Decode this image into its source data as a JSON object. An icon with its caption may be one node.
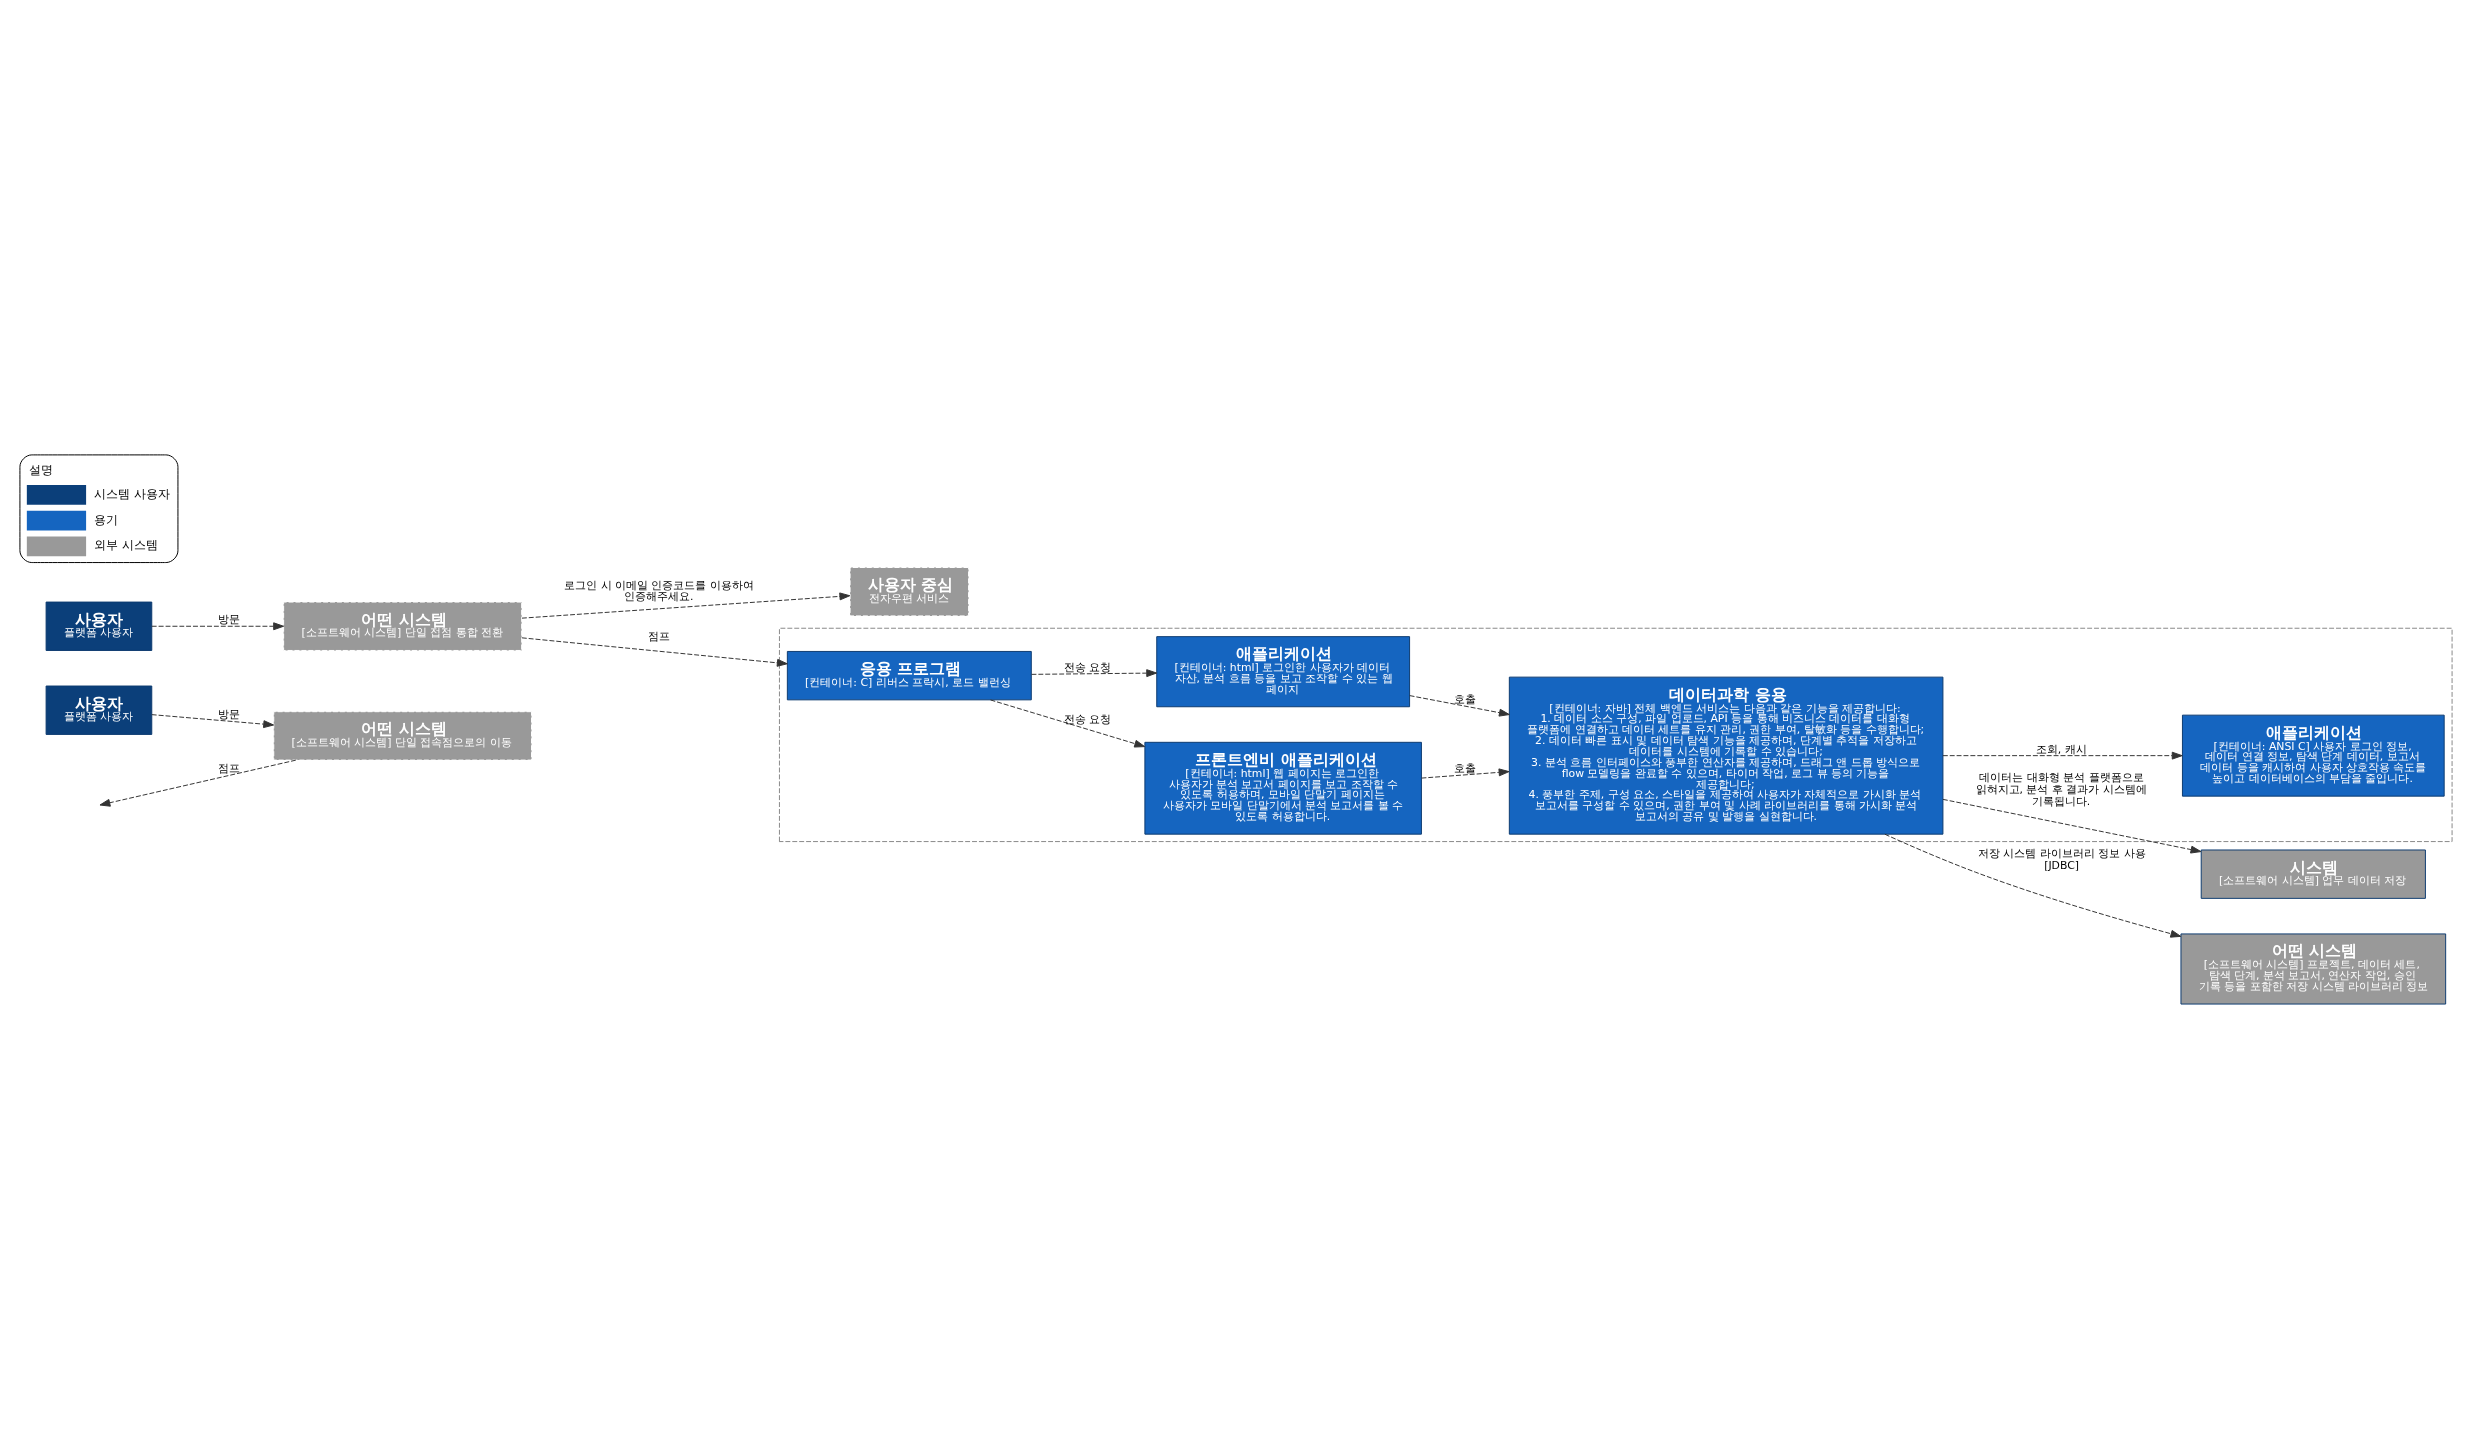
{
  "diagram": {
    "nodes": [
      {
        "text": [
          "사용자",
          "플랫폼 사용자"
        ]
      },
      {
        "text": [
          "어떤 시스템",
          "[소프트웨어 시스템] 단일 접속점으로의 이동"
        ]
      },
      {
        "text": [
          "사용자",
          "플랫폼 사용자"
        ]
      },
      {
        "text": [
          "사용자 중심",
          "전자우편 서비스"
        ]
      },
      {
        "text": [
          "어떤 시스템",
          "[소프트웨어 시스템] 단일 접점 통합 전환"
        ]
      },
      {
        "text": [],
        "shape": "box"
      },
      {
        "text": [
          "프론트엔비 애플리케이션",
          "[컨테이너: html] 웹 페이지는 로그인한 사용자가 분석 보고서 페이지를 보고 조작할 수 있도록 허용하며, 모바일 단말기 페이지는 사용자가 모바일 단말기에서 분석 보고서를 볼 수 있도록 허용합니다."
        ],
        "in": 5
      },
      {
        "text": [
          "응용 프로그램",
          "[컨테이너: C] 리버스 프락시, 로드 밸런싱"
        ],
        "in": 5
      },
      {
        "text": [
          "애플리케이션",
          "[컨테이너: html] 로그인한 사용자가 데이터 자산, 분석 흐름 등을 보고 조작할 수 있는 웹 페이지"
        ],
        "in": 5
      },
      {
        "text": [
          "데이터과학 응용",
          "[컨테이너: 자바] 전체 백엔드 서비스는 다음과 같은 기능을 제공합니다:",
          "1. 데이터 소스 구성, 파일 업로드, API 등을 통해 비즈니스 데이터를 대화형 플랫폼에 연결하고 데이터 세트를 유지 관리, 권한 부여, 탈敏화 등을 수행합니다;",
          "2. 데이터 빠른 표시 및 데이터 탐색 기능을 제공하며, 단계별 추적을 저장하고 데이터를 시스템에 기록할 수 있습니다;",
          "3. 분석 흐름 인터페이스와 풍부한 연산자를 제공하며, 드래그 앤 드롭 방식으로 flow 모델링을 완료할 수 있으며, 타이머 작업, 로그 뷰 등의 기능을 제공합니다;",
          "4. 풍부한 주제, 구성 요소, 스타일을 제공하여 사용자가 자체적으로 가시화 분석 보고서를 구성할 수 있으며, 권한 부여 및 사례 라이브러리를 통해 가시화 분석 보고서의 공유 및 발행을 실현합니다."
        ],
        "in": 5
      },
      {
        "text": [
          "애플리케이션",
          "[컨테이너: ANSI C] 사용자 로그인 정보, 데이터 연결 정보, 탐색 단계 데이터, 보고서 데이터 등을 캐시하여 사용자 상호작용 속도를 높이고 데이터베이스의 부담을 줄입니다."
        ],
        "in": 5
      },
      {
        "text": [
          "시스템",
          "[소프트웨어 시스템] 업무 데이터 저장"
        ]
      },
      {
        "text": [
          "어떤 시스템",
          "[소프트웨어 시스템] 프로젝트, 데이터 세트, 탐색 단계, 분석 보고서, 연산자 작업, 승인 기록 등을 포함한 저장 시스템 라이브러리 정보"
        ]
      }
    ],
    "edges": [
      {
        "from": 0,
        "to": 1,
        "arrow": "to",
        "label": "방문",
        "style": "dashed"
      },
      {
        "from": 1,
        "to": null,
        "arrow": "to",
        "label": "점프",
        "style": "dashed"
      },
      {
        "from": 2,
        "to": 4,
        "arrow": "to",
        "label": "방문",
        "style": "dashed"
      },
      {
        "from": 4,
        "to": 3,
        "arrow": "to",
        "label": "로그인 시 이메일 인증코드를 이용하여 인증해주세요.",
        "style": "dashed"
      },
      {
        "from": 4,
        "to": 7,
        "arrow": "to",
        "label": "점프",
        "style": "dashed"
      },
      {
        "from": 7,
        "to": 6,
        "arrow": "to",
        "label": "전송 요청",
        "style": "dashed"
      },
      {
        "from": 7,
        "to": 8,
        "arrow": "to",
        "label": "전송 요청",
        "style": "dashed"
      },
      {
        "from": 6,
        "to": 9,
        "arrow": "to",
        "label": "호출",
        "style": "dashed"
      },
      {
        "from": 8,
        "to": 9,
        "arrow": "to",
        "label": "호출",
        "style": "dashed"
      },
      {
        "from": 9,
        "to": 10,
        "arrow": "to",
        "label": "조회, 캐시",
        "style": "dashed"
      },
      {
        "from": 9,
        "to": 11,
        "arrow": "to",
        "label": "데이터는 대화형 분석 플랫폼으로 읽혀지고, 분석 후 결과가 시스템에 기록됩니다.",
        "style": "dashed"
      },
      {
        "from": 9,
        "to": 12,
        "arrow": "to",
        "label": "저장 시스템 라이브러리 정보 사용 [JDBC]",
        "style": "dashed"
      }
    ],
    "labels": [
      "설명"
    ],
    "legend": [
      {
        "text": "시스템 사용자",
        "color": "#0b3f7a"
      },
      {
        "text": "용기",
        "color": "#1565c0"
      },
      {
        "text": "외부 시스템",
        "color": "#999999"
      }
    ]
  }
}
